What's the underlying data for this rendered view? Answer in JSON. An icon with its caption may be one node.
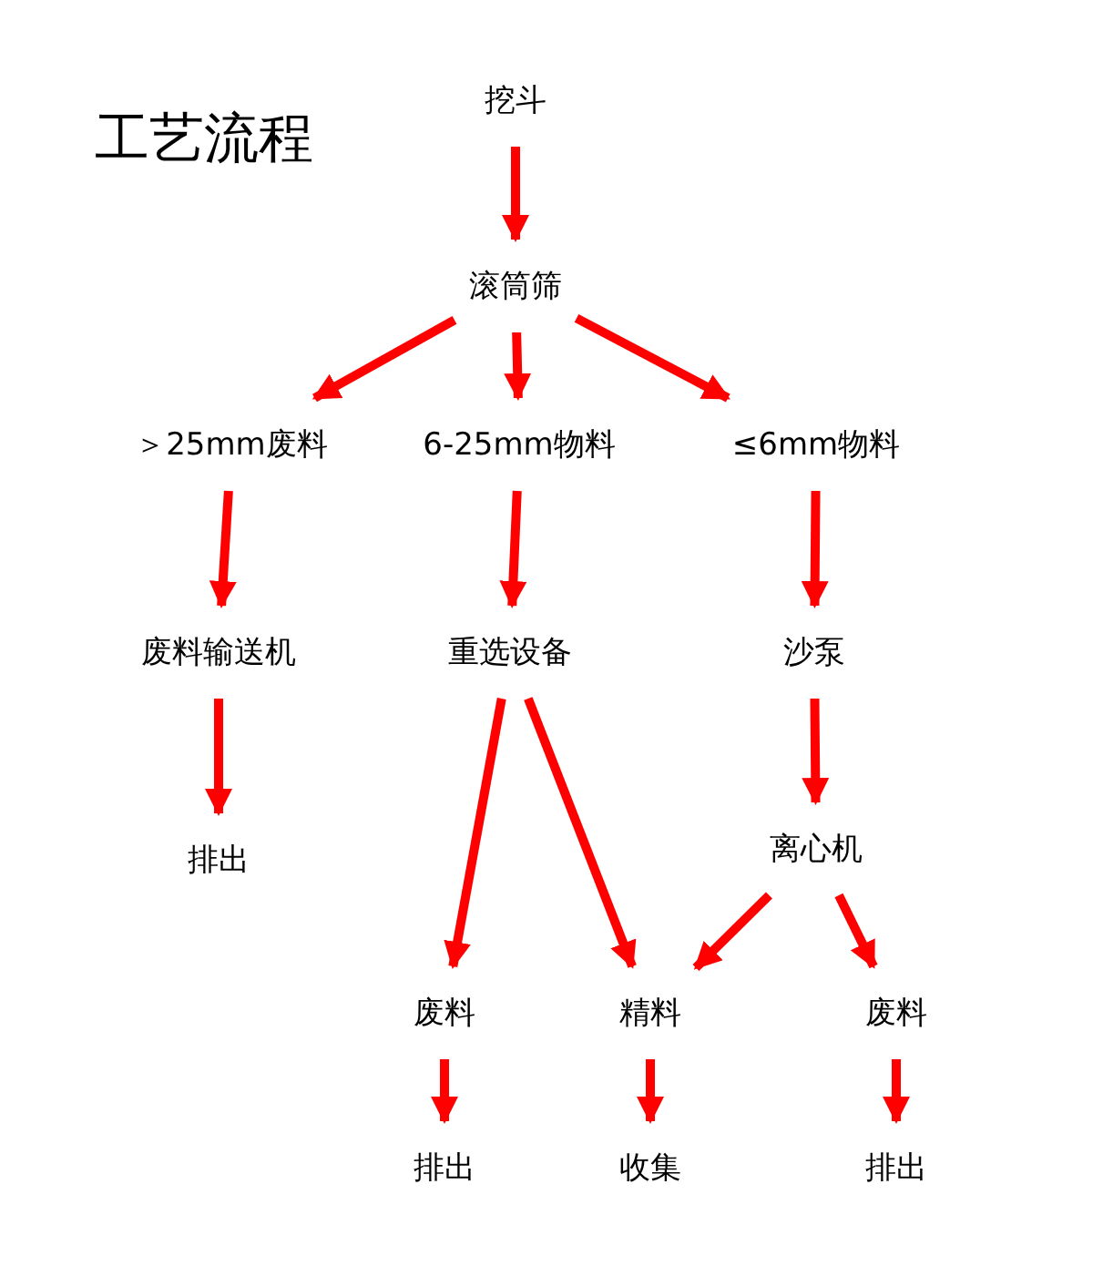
{
  "diagram": {
    "title": "工艺流程",
    "nodes": [
      {
        "text": [
          "挖斗"
        ]
      },
      {
        "text": [
          "滚筒筛"
        ]
      },
      {
        "text": [
          "＞25mm废料"
        ]
      },
      {
        "text": [
          "6-25mm物料"
        ]
      },
      {
        "text": [
          "≤6mm物料"
        ]
      },
      {
        "text": [
          "废料输送机"
        ]
      },
      {
        "text": [
          "重选设备"
        ]
      },
      {
        "text": [
          "沙泵"
        ]
      },
      {
        "text": [
          "排出"
        ]
      },
      {
        "text": [
          "离心机"
        ]
      },
      {
        "text": [
          "废料"
        ]
      },
      {
        "text": [
          "精料"
        ]
      },
      {
        "text": [
          "废料"
        ]
      },
      {
        "text": [
          "排出"
        ]
      },
      {
        "text": [
          "收集"
        ]
      },
      {
        "text": [
          "排出"
        ]
      }
    ],
    "edges": [
      {
        "from": 0,
        "to": 1,
        "arrow": "to"
      },
      {
        "from": 1,
        "to": 2,
        "arrow": "to"
      },
      {
        "from": 1,
        "to": 3,
        "arrow": "to"
      },
      {
        "from": 1,
        "to": 4,
        "arrow": "to"
      },
      {
        "from": 2,
        "to": 5,
        "arrow": "to"
      },
      {
        "from": 3,
        "to": 6,
        "arrow": "to"
      },
      {
        "from": 4,
        "to": 7,
        "arrow": "to"
      },
      {
        "from": 5,
        "to": 8,
        "arrow": "to"
      },
      {
        "from": 7,
        "to": 9,
        "arrow": "to"
      },
      {
        "from": 6,
        "to": 10,
        "arrow": "to"
      },
      {
        "from": 6,
        "to": 11,
        "arrow": "to"
      },
      {
        "from": 9,
        "to": 11,
        "arrow": "to"
      },
      {
        "from": 9,
        "to": 12,
        "arrow": "to"
      },
      {
        "from": 10,
        "to": 13,
        "arrow": "to"
      },
      {
        "from": 11,
        "to": 14,
        "arrow": "to"
      },
      {
        "from": 12,
        "to": 15,
        "arrow": "to"
      }
    ]
  }
}
